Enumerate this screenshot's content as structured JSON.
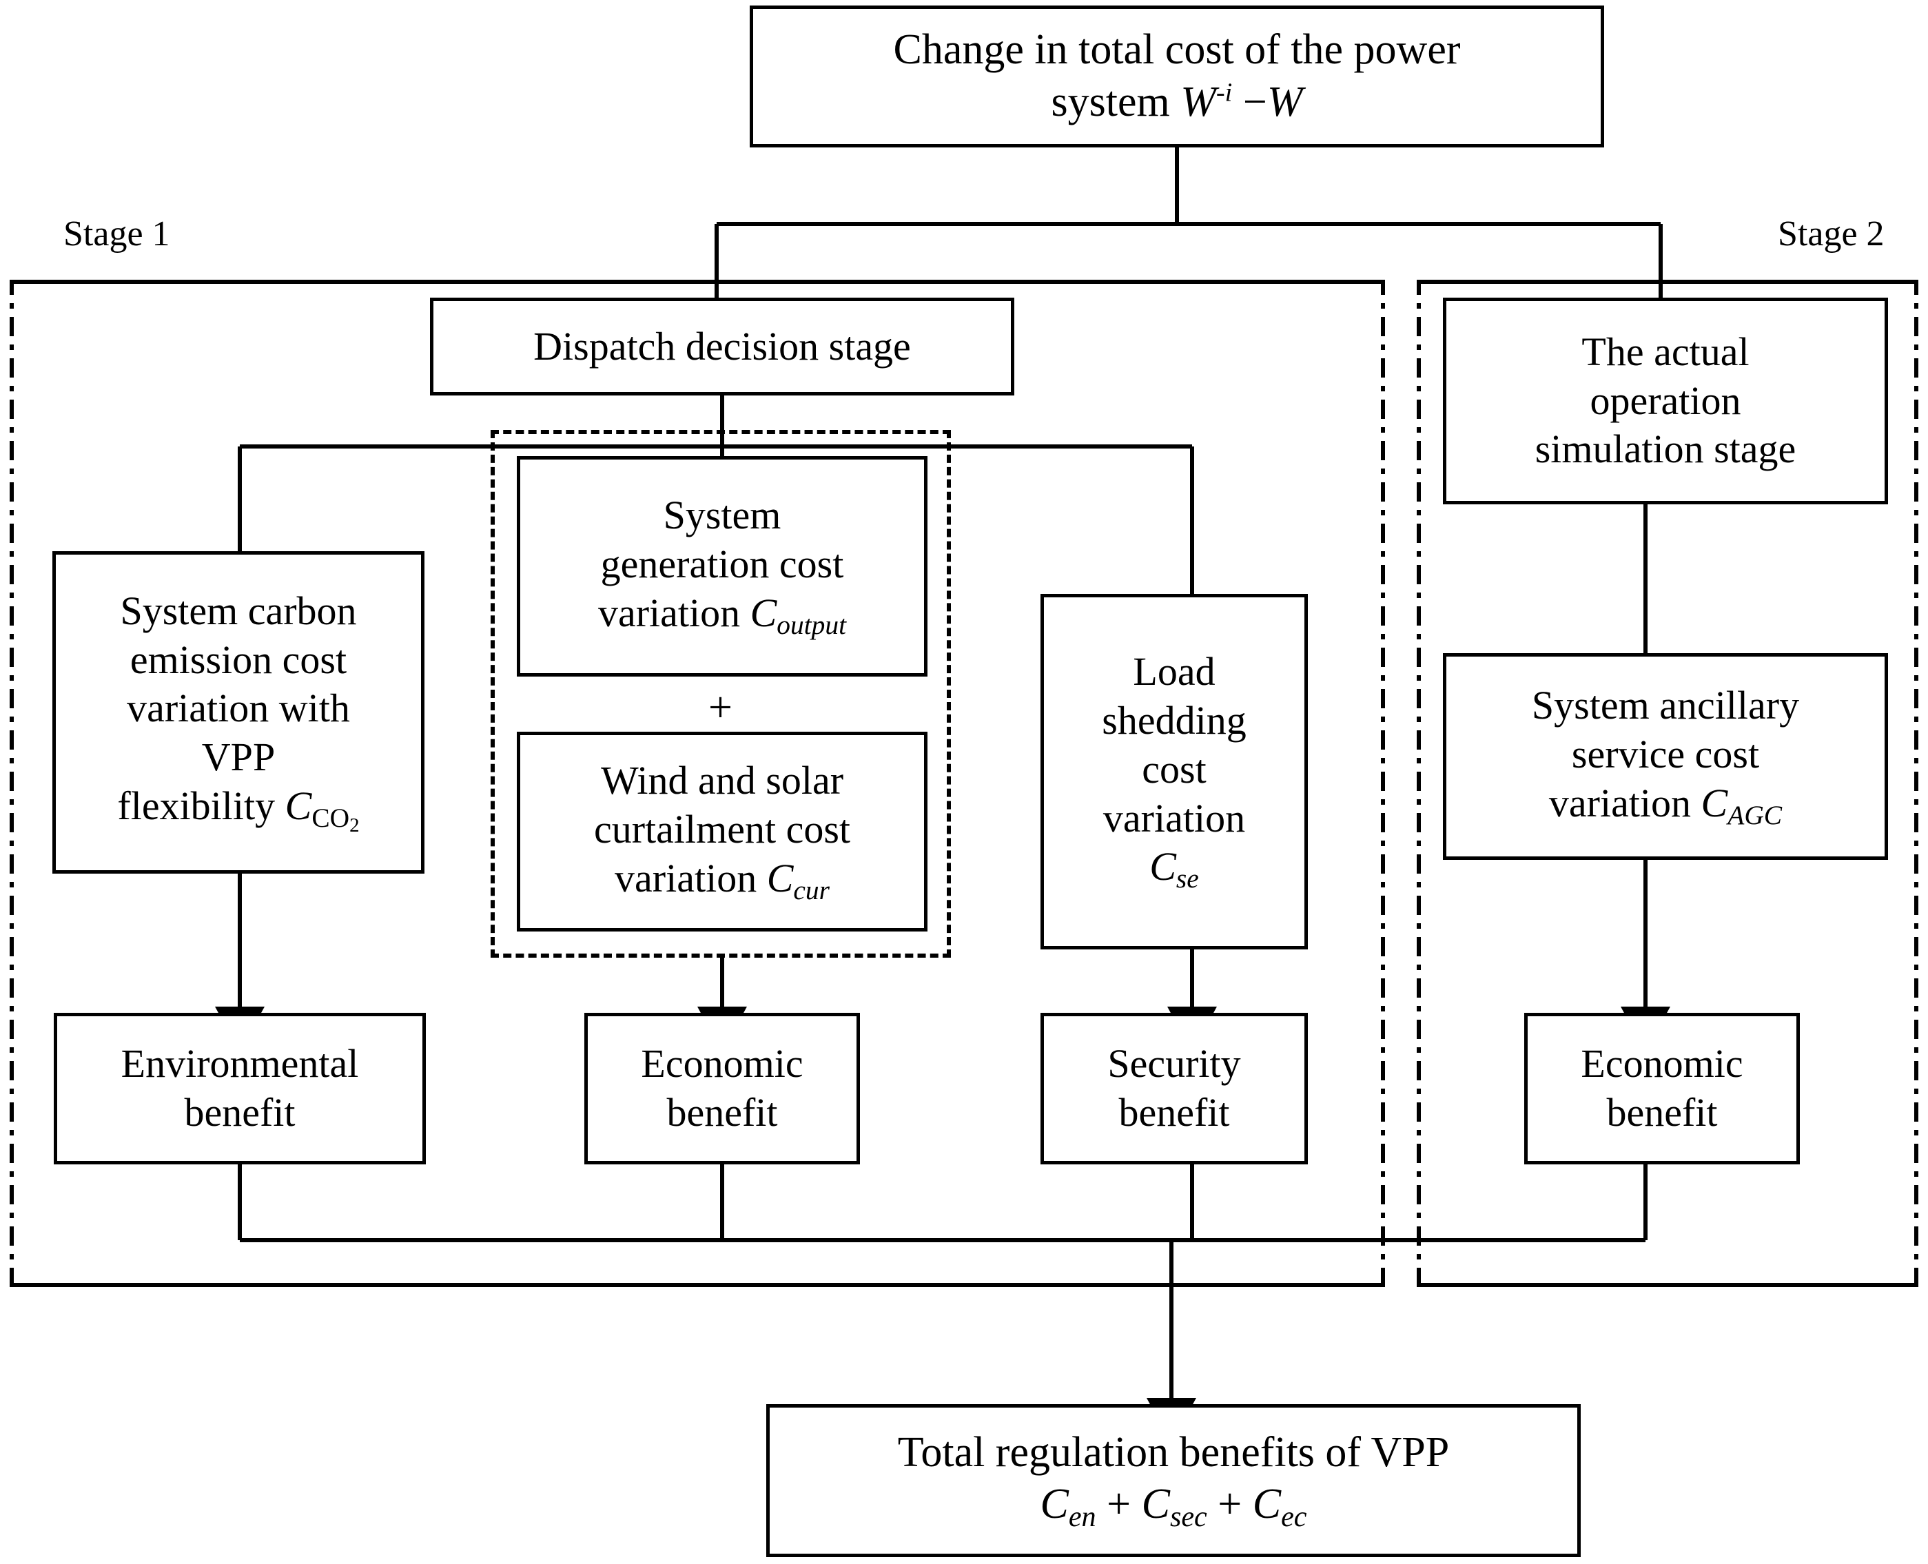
{
  "diagram": {
    "title_box": {
      "line1": "Change in total cost of the power",
      "line2_prefix": "system ",
      "symbol_W": "W",
      "symbol_sup": "-i",
      "minus": " −",
      "symbol_W2": "W"
    },
    "stages": {
      "stage1_label": "Stage 1",
      "stage2_label": "Stage 2"
    },
    "dispatch_box": {
      "label": "Dispatch decision stage"
    },
    "actual_box": {
      "line1": "The actual",
      "line2": "operation",
      "line3": "simulation stage"
    },
    "carbon_box": {
      "line1": "System carbon",
      "line2": "emission cost",
      "line3": "variation with",
      "line4": "VPP",
      "line5": "flexibility ",
      "sym": "C",
      "sub": "CO",
      "sub2": "2"
    },
    "generation_box": {
      "line1": "System",
      "line2": "generation cost",
      "line3": "variation ",
      "sym": "C",
      "sub": "output"
    },
    "curtailment_box": {
      "line1": "Wind and solar",
      "line2": "curtailment cost",
      "line3": "variation ",
      "sym": "C",
      "sub": "cur"
    },
    "plus_operator": "+",
    "loadshed_box": {
      "line1": "Load",
      "line2": "shedding",
      "line3": "cost",
      "line4": "variation",
      "sym": "C",
      "sub": "se"
    },
    "ancillary_box": {
      "line1": "System ancillary",
      "line2": "service cost",
      "line3": "variation ",
      "sym": "C",
      "sub": "AGC"
    },
    "benefit_boxes": {
      "environmental": {
        "line1": "Environmental",
        "line2": "benefit"
      },
      "economic1": {
        "line1": "Economic",
        "line2": "benefit"
      },
      "security": {
        "line1": "Security",
        "line2": "benefit"
      },
      "economic2": {
        "line1": "Economic",
        "line2": "benefit"
      }
    },
    "total_box": {
      "line1": "Total regulation benefits of VPP",
      "sym1": "C",
      "sub1": "en",
      "op1": " + ",
      "sym2": "C",
      "sub2": "sec",
      "op2": " + ",
      "sym3": "C",
      "sub3": "ec"
    },
    "colors": {
      "line": "#000000",
      "background": "#ffffff"
    }
  }
}
